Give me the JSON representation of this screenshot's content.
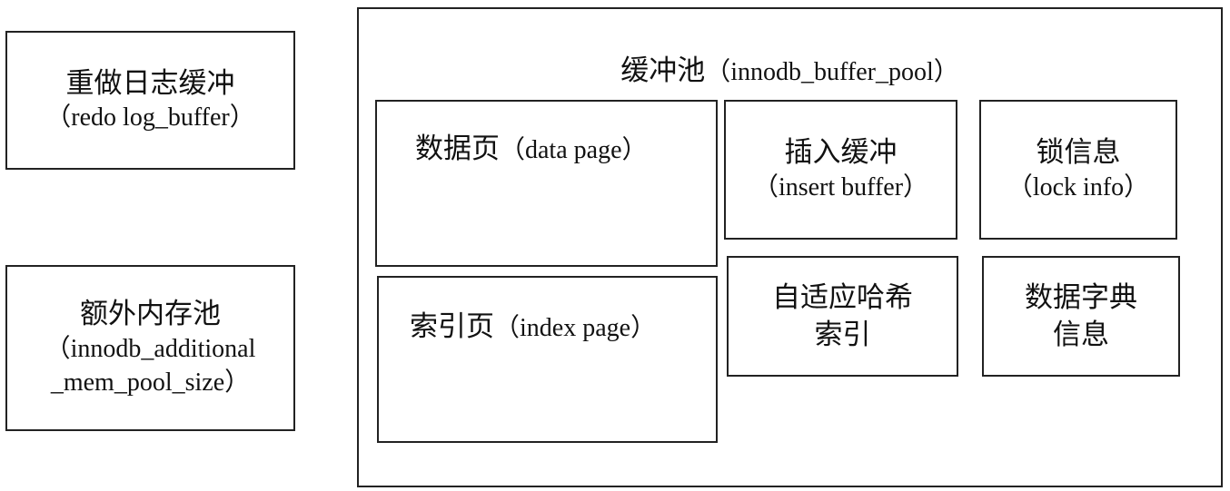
{
  "redo_log_buffer": {
    "title": "重做日志缓冲",
    "subtitle": "（redo log_buffer）"
  },
  "additional_mem_pool": {
    "title": "额外内存池",
    "line2": "（innodb_additional",
    "line3": "_mem_pool_size）"
  },
  "buffer_pool": {
    "title": "缓冲池",
    "subtitle": "（innodb_buffer_pool）",
    "data_page": {
      "title": "数据页",
      "subtitle": "（data page）"
    },
    "index_page": {
      "title": "索引页",
      "subtitle": "（index page）"
    },
    "insert_buffer": {
      "title": "插入缓冲",
      "subtitle": "（insert buffer）"
    },
    "lock_info": {
      "title": "锁信息",
      "subtitle": "（lock info）"
    },
    "adaptive_hash_index": {
      "line1": "自适应哈希",
      "line2": "索引"
    },
    "data_dictionary": {
      "line1": "数据字典",
      "line2": "信息"
    }
  }
}
